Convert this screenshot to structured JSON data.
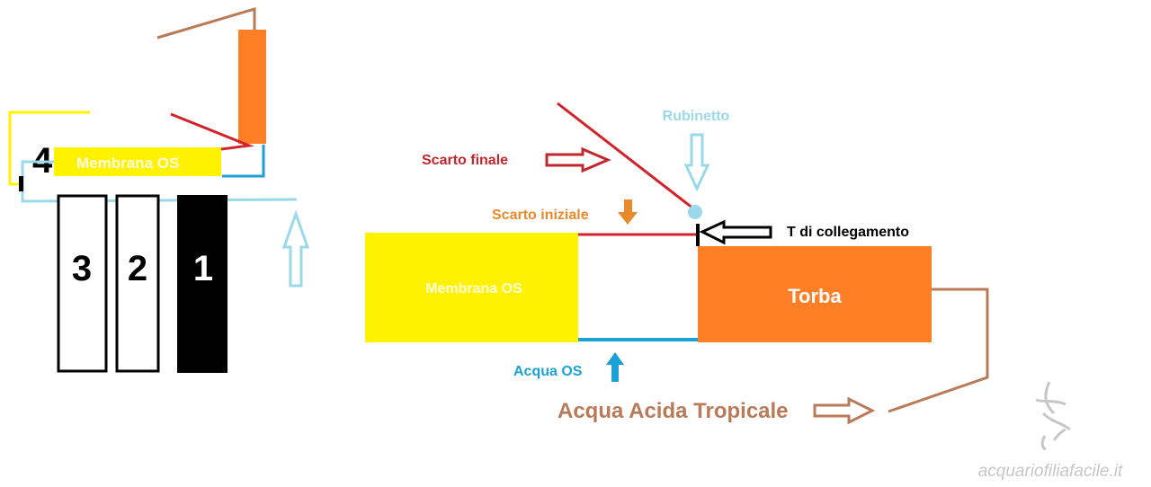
{
  "left": {
    "membrane_label": "Membrana OS",
    "stage_4": "4",
    "stage_3": "3",
    "stage_2": "2",
    "stage_1": "1"
  },
  "right": {
    "membrane_label": "Membrana OS",
    "peat_label": "Torba",
    "final_waste": "Scarto finale",
    "initial_waste": "Scarto iniziale",
    "tap": "Rubinetto",
    "tee": "T di collegamento",
    "ro_water": "Acqua OS",
    "tropical_water": "Acqua Acida Tropicale"
  },
  "watermark": "acquariofiliafacile.it",
  "colors": {
    "yellow": "#fff200",
    "orange": "#ff7f27",
    "red": "#d2232a",
    "blue": "#1ba1d6",
    "light_blue": "#99d9ea",
    "brown": "#b97a57",
    "initial_waste": "#e88a2a"
  }
}
